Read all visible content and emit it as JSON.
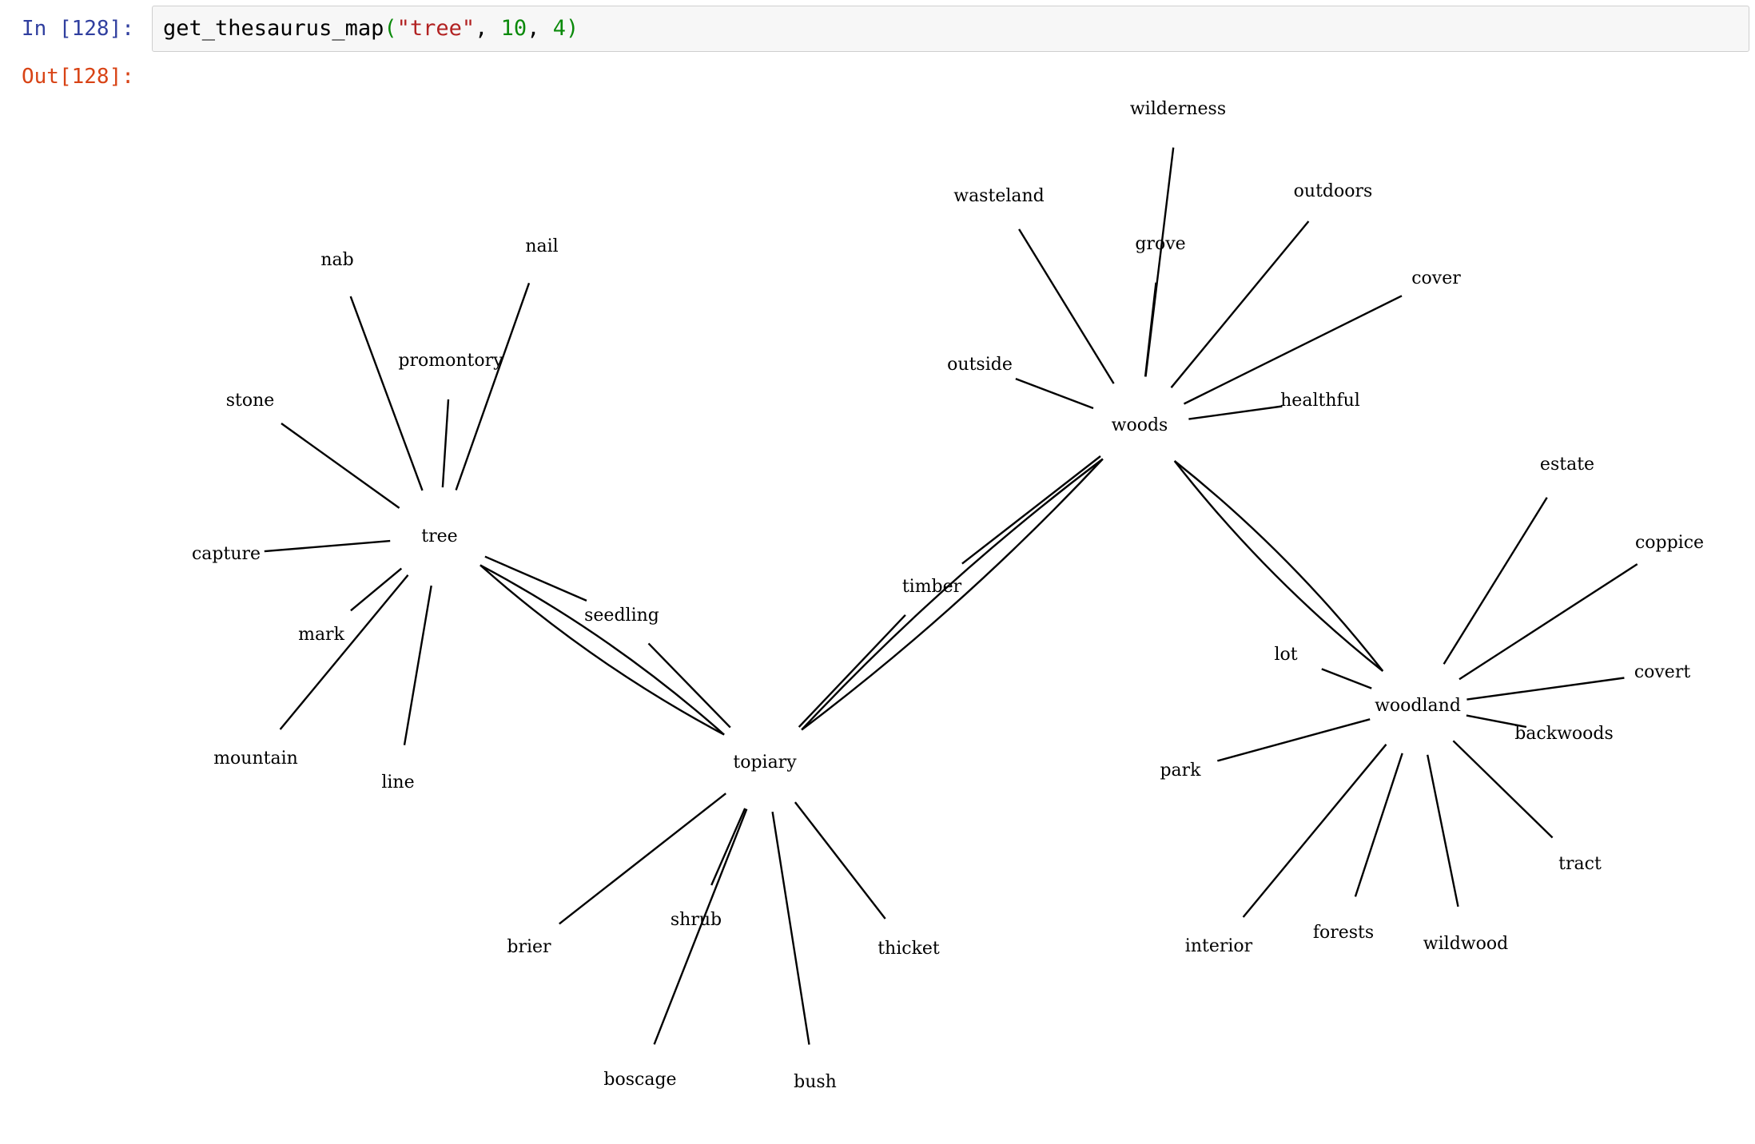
{
  "cell": {
    "in_prompt": "In [128]:",
    "out_prompt": "Out[128]:",
    "code": {
      "fn": "get_thesaurus_map",
      "open": "(",
      "arg_word": "\"tree\"",
      "sep1": ", ",
      "arg_n1": "10",
      "sep2": ", ",
      "arg_n2": "4",
      "close": ")"
    }
  },
  "graph": {
    "hubs": [
      "tree",
      "topiary",
      "woods",
      "woodland"
    ],
    "nodes": [
      {
        "label": "tree"
      },
      {
        "label": "topiary"
      },
      {
        "label": "woods"
      },
      {
        "label": "woodland"
      },
      {
        "label": "nab"
      },
      {
        "label": "nail"
      },
      {
        "label": "promontory"
      },
      {
        "label": "stone"
      },
      {
        "label": "capture"
      },
      {
        "label": "mark"
      },
      {
        "label": "mountain"
      },
      {
        "label": "line"
      },
      {
        "label": "seedling"
      },
      {
        "label": "timber"
      },
      {
        "label": "brier"
      },
      {
        "label": "shrub"
      },
      {
        "label": "boscage"
      },
      {
        "label": "bush"
      },
      {
        "label": "thicket"
      },
      {
        "label": "wilderness"
      },
      {
        "label": "wasteland"
      },
      {
        "label": "grove"
      },
      {
        "label": "outdoors"
      },
      {
        "label": "cover"
      },
      {
        "label": "outside"
      },
      {
        "label": "healthful"
      },
      {
        "label": "estate"
      },
      {
        "label": "coppice"
      },
      {
        "label": "covert"
      },
      {
        "label": "lot"
      },
      {
        "label": "backwoods"
      },
      {
        "label": "park"
      },
      {
        "label": "tract"
      },
      {
        "label": "interior"
      },
      {
        "label": "forests"
      },
      {
        "label": "wildwood"
      }
    ],
    "edges": [
      [
        "tree",
        "nab"
      ],
      [
        "tree",
        "nail"
      ],
      [
        "tree",
        "promontory"
      ],
      [
        "tree",
        "stone"
      ],
      [
        "tree",
        "capture"
      ],
      [
        "tree",
        "mark"
      ],
      [
        "tree",
        "mountain"
      ],
      [
        "tree",
        "line"
      ],
      [
        "tree",
        "seedling"
      ],
      [
        "tree",
        "topiary"
      ],
      [
        "topiary",
        "seedling"
      ],
      [
        "topiary",
        "timber"
      ],
      [
        "topiary",
        "brier"
      ],
      [
        "topiary",
        "shrub"
      ],
      [
        "topiary",
        "boscage"
      ],
      [
        "topiary",
        "bush"
      ],
      [
        "topiary",
        "thicket"
      ],
      [
        "topiary",
        "woods"
      ],
      [
        "woods",
        "wilderness"
      ],
      [
        "woods",
        "wasteland"
      ],
      [
        "woods",
        "grove"
      ],
      [
        "woods",
        "outdoors"
      ],
      [
        "woods",
        "cover"
      ],
      [
        "woods",
        "outside"
      ],
      [
        "woods",
        "healthful"
      ],
      [
        "woods",
        "timber"
      ],
      [
        "woods",
        "woodland"
      ],
      [
        "woodland",
        "estate"
      ],
      [
        "woodland",
        "coppice"
      ],
      [
        "woodland",
        "covert"
      ],
      [
        "woodland",
        "lot"
      ],
      [
        "woodland",
        "backwoods"
      ],
      [
        "woodland",
        "park"
      ],
      [
        "woodland",
        "tract"
      ],
      [
        "woodland",
        "interior"
      ],
      [
        "woodland",
        "forests"
      ],
      [
        "woodland",
        "wildwood"
      ]
    ]
  }
}
